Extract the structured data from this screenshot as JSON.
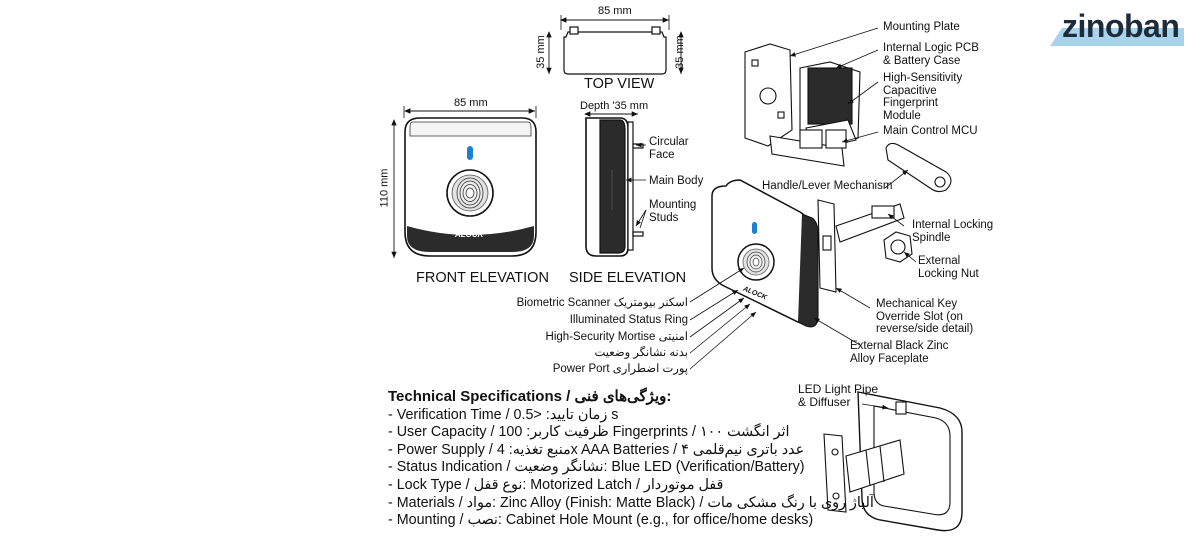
{
  "logo": {
    "text": "zinoban",
    "accent": "#a9d3ea"
  },
  "top_view": {
    "width_label": "85 mm",
    "height_left": "35 mm",
    "height_right": "35 mm",
    "title": "TOP VIEW"
  },
  "front_view": {
    "width_label": "85 mm",
    "height_label": "110 mm",
    "brand": "ALOCK",
    "title": "FRONT ELEVATION"
  },
  "side_view": {
    "depth_label": "Depth '35 mm",
    "title": "SIDE ELEVATION",
    "labels": {
      "circular_face": "Circular\nFace",
      "main_body": "Main Body",
      "mounting_studs": "Mounting\nStuds"
    }
  },
  "exploded": {
    "brand": "ALOCK",
    "labels": {
      "mounting_plate": "Mounting Plate",
      "internal_pcb": "Internal Logic PCB\n& Battery Case",
      "fingerprint_module": "High-Sensitivity\nCapacitive\nFingerprint\nModule",
      "main_mcu": "Main Control MCU",
      "handle": "Handle/Lever Mechanism",
      "spindle": "Internal Locking\nSpindle",
      "nut": "External\nLocking Nut",
      "override": "Mechanical Key\nOverride Slot (on\nreverse/side detail)",
      "faceplate": "External Black Zinc\nAlloy Faceplate",
      "scanner": "Biometric Scanner اسکنر بیومتریک",
      "status_ring": "Illuminated Status Ring",
      "mortise": "High-Security Mortise امنیتی",
      "indicator_body": "بدنه نشانگر وضعیت",
      "power_port": "Power Port پورت اضطراری"
    }
  },
  "detail": {
    "led_label": "LED Light Pipe\n& Diffuser"
  },
  "specs": {
    "title": "Technical Specifications / ویژگی‌های فنی:",
    "rows": [
      "- Verification Time / زمان تایید: <0.5 s",
      "- User Capacity / ظرفیت کاربر: 100 Fingerprints / ۱۰۰ اثر انگشت",
      "- Power Supply / منبع تغذیه: 4x AAA Batteries / ۴ عدد باتری نیم‌قلمی",
      "- Status Indication / نشانگر وضعیت: Blue LED (Verification/Battery)",
      "- Lock Type / نوع قفل: Motorized Latch / قفل موتوردار",
      "- Materials / مواد: Zinc Alloy (Finish: Matte Black) / آلیاژ روی با رنگ مشکی مات",
      "- Mounting / نصب: Cabinet Hole Mount (e.g., for office/home desks)"
    ]
  },
  "colors": {
    "led": "#1e7fd6",
    "line": "#111111",
    "body_dark": "#2a2a2a"
  }
}
